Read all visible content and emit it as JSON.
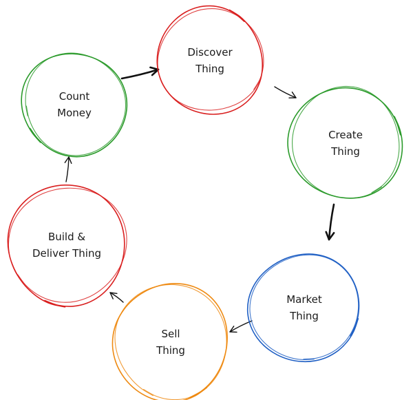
{
  "colors": {
    "red": "#d91f1f",
    "green": "#2a9a2a",
    "blue": "#1f5fc4",
    "orange": "#ee8a12",
    "ink": "#111111"
  },
  "nodes": [
    {
      "id": "discover",
      "lines": [
        "Discover",
        "Thing"
      ],
      "color": "red"
    },
    {
      "id": "create",
      "lines": [
        "Create",
        "Thing"
      ],
      "color": "green"
    },
    {
      "id": "market",
      "lines": [
        "Market",
        "Thing"
      ],
      "color": "blue"
    },
    {
      "id": "sell",
      "lines": [
        "Sell",
        "Thing"
      ],
      "color": "orange"
    },
    {
      "id": "build",
      "lines": [
        "Build &",
        "Deliver Thing"
      ],
      "color": "red"
    },
    {
      "id": "count",
      "lines": [
        "Count",
        "Money"
      ],
      "color": "green"
    }
  ],
  "edges": [
    {
      "from": "count",
      "to": "discover",
      "weight": "bold"
    },
    {
      "from": "discover",
      "to": "create",
      "weight": "thin"
    },
    {
      "from": "create",
      "to": "market",
      "weight": "bold"
    },
    {
      "from": "market",
      "to": "sell",
      "weight": "thin"
    },
    {
      "from": "sell",
      "to": "build",
      "weight": "thin"
    },
    {
      "from": "build",
      "to": "count",
      "weight": "thin"
    }
  ]
}
